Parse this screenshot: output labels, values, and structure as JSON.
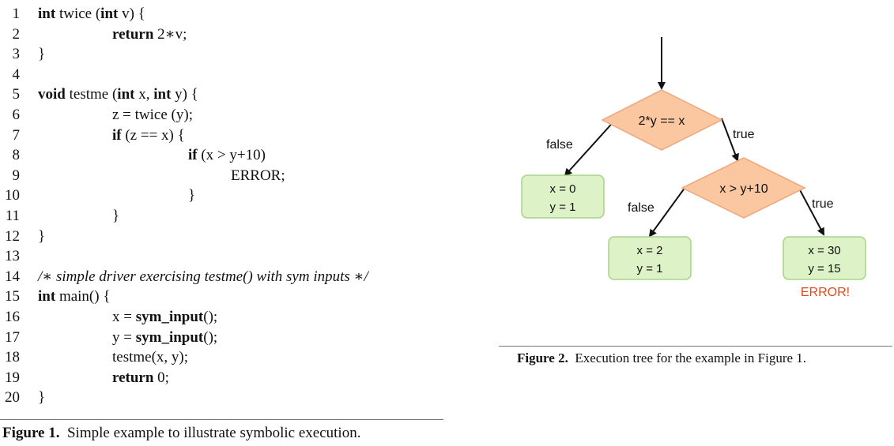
{
  "listing": {
    "lines": [
      {
        "n": "1",
        "indent": 0,
        "parts": [
          {
            "t": "int",
            "c": "kw"
          },
          {
            "t": " twice (",
            "c": ""
          },
          {
            "t": "int",
            "c": "kw"
          },
          {
            "t": " v) {",
            "c": ""
          }
        ]
      },
      {
        "n": "2",
        "indent": 1,
        "parts": [
          {
            "t": "return",
            "c": "kw"
          },
          {
            "t": " 2∗v;",
            "c": ""
          }
        ]
      },
      {
        "n": "3",
        "indent": 0,
        "parts": [
          {
            "t": "}",
            "c": ""
          }
        ]
      },
      {
        "n": "4",
        "indent": 0,
        "parts": []
      },
      {
        "n": "5",
        "indent": 0,
        "parts": [
          {
            "t": "void",
            "c": "kw"
          },
          {
            "t": " testme (",
            "c": ""
          },
          {
            "t": "int",
            "c": "kw"
          },
          {
            "t": " x, ",
            "c": ""
          },
          {
            "t": "int",
            "c": "kw"
          },
          {
            "t": " y) {",
            "c": ""
          }
        ]
      },
      {
        "n": "6",
        "indent": 1,
        "parts": [
          {
            "t": "z = twice (y);",
            "c": ""
          }
        ]
      },
      {
        "n": "7",
        "indent": 1,
        "parts": [
          {
            "t": "if",
            "c": "kw"
          },
          {
            "t": " (z == x) {",
            "c": ""
          }
        ]
      },
      {
        "n": "8",
        "indent": 2,
        "parts": [
          {
            "t": "if",
            "c": "kw"
          },
          {
            "t": " (x > y+10)",
            "c": ""
          }
        ]
      },
      {
        "n": "9",
        "indent": 3,
        "parts": [
          {
            "t": "ERROR;",
            "c": ""
          }
        ]
      },
      {
        "n": "10",
        "indent": 2,
        "parts": [
          {
            "t": "}",
            "c": ""
          }
        ]
      },
      {
        "n": "11",
        "indent": 1,
        "parts": [
          {
            "t": "}",
            "c": ""
          }
        ]
      },
      {
        "n": "12",
        "indent": 0,
        "parts": [
          {
            "t": "}",
            "c": ""
          }
        ]
      },
      {
        "n": "13",
        "indent": 0,
        "parts": []
      },
      {
        "n": "14",
        "indent": 0,
        "parts": [
          {
            "t": "/∗ simple driver exercising testme() with sym inputs ∗/",
            "c": "it"
          }
        ]
      },
      {
        "n": "15",
        "indent": 0,
        "parts": [
          {
            "t": "int",
            "c": "kw"
          },
          {
            "t": " main() {",
            "c": ""
          }
        ]
      },
      {
        "n": "16",
        "indent": 1,
        "parts": [
          {
            "t": "x = ",
            "c": ""
          },
          {
            "t": "sym_input",
            "c": "kw"
          },
          {
            "t": "();",
            "c": ""
          }
        ]
      },
      {
        "n": "17",
        "indent": 1,
        "parts": [
          {
            "t": "y = ",
            "c": ""
          },
          {
            "t": "sym_input",
            "c": "kw"
          },
          {
            "t": "();",
            "c": ""
          }
        ]
      },
      {
        "n": "18",
        "indent": 1,
        "parts": [
          {
            "t": "testme(x, y);",
            "c": ""
          }
        ]
      },
      {
        "n": "19",
        "indent": 1,
        "parts": [
          {
            "t": "return",
            "c": "kw"
          },
          {
            "t": " 0;",
            "c": ""
          }
        ]
      },
      {
        "n": "20",
        "indent": 0,
        "parts": [
          {
            "t": "}",
            "c": ""
          }
        ]
      }
    ]
  },
  "figure1": {
    "label": "Figure 1.",
    "text": "Simple example to illustrate symbolic execution."
  },
  "figure2": {
    "label": "Figure 2.",
    "text": "Execution tree for the example in Figure 1."
  },
  "tree": {
    "decisions": [
      {
        "id": "d1",
        "label": "2*y == x"
      },
      {
        "id": "d2",
        "label": "x > y+10"
      }
    ],
    "leaves": [
      {
        "id": "l1",
        "line1": "x = 0",
        "line2": "y = 1"
      },
      {
        "id": "l2",
        "line1": "x = 2",
        "line2": "y = 1"
      },
      {
        "id": "l3",
        "line1": "x = 30",
        "line2": "y = 15"
      }
    ],
    "edge_labels": {
      "d1_false": "false",
      "d1_true": "true",
      "d2_false": "false",
      "d2_true": "true"
    },
    "error_label": "ERROR!",
    "colors": {
      "diamond_fill": "#fbc7a0",
      "diamond_stroke": "#f0a67c",
      "leaf_fill": "#ddf2c6",
      "leaf_stroke": "#a9d38a",
      "error": "#e04a1a",
      "edge": "#111111"
    }
  }
}
